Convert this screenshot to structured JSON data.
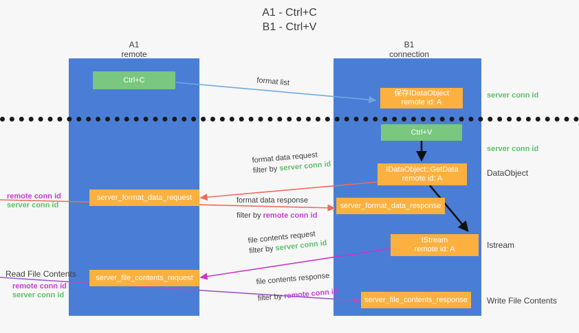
{
  "title": {
    "line1": "A1 - Ctrl+C",
    "line2": "B1 - Ctrl+V"
  },
  "columns": [
    {
      "name": "A1",
      "sub": "remote"
    },
    {
      "name": "B1",
      "sub": "connection"
    }
  ],
  "colors": {
    "lane": "#4a7ed6",
    "orange": "#fbb040",
    "green_node": "#7ac77f",
    "green_text": "#5fbf6a",
    "purple_text": "#c23fd0",
    "arrow_blue": "#6fa8e0",
    "arrow_red": "#ee6a5a",
    "arrow_magenta": "#cc33cc",
    "arrow_purple": "#9b59c9",
    "arrow_black": "#111111",
    "page_bg": "#f7f7f7",
    "text": "#3c3c3c"
  },
  "nodes": {
    "ctrl_c": {
      "line1": "Ctrl+C",
      "line2": ""
    },
    "save_idataobject": {
      "line1": "保存IDataObject",
      "line2": "remote id: A"
    },
    "ctrl_v": {
      "line1": "Ctrl+V",
      "line2": ""
    },
    "getdata": {
      "line1": "IDataObject::GetData",
      "line2": "remote id: A"
    },
    "fmt_req": {
      "line1": "server_format_data_request",
      "line2": ""
    },
    "fmt_resp": {
      "line1": "server_format_data_response",
      "line2": ""
    },
    "istream": {
      "line1": "IStream",
      "line2": "remote id: A"
    },
    "file_req": {
      "line1": "server_file_contents_request",
      "line2": ""
    },
    "file_resp": {
      "line1": "server_file_contents_response",
      "line2": ""
    }
  },
  "edge_labels": {
    "format_list": "format list",
    "fmt_req_l1": "format data request",
    "fmt_req_l2_pre": "filter by ",
    "fmt_req_l2_hl": "server conn id",
    "fmt_resp_l1": "format data response",
    "fmt_resp_l2_pre": "filter by ",
    "fmt_resp_l2_hl": "remote conn id",
    "file_req_l1": "file contents request",
    "file_req_l2_pre": "filter by ",
    "file_req_l2_hl": "server conn id",
    "file_resp_l1": "file contents response",
    "file_resp_l2_pre": "filter by ",
    "file_resp_l2_hl": "remote conn id"
  },
  "annotations": {
    "right_server_conn_1": "server conn id",
    "right_server_conn_2": "server conn id",
    "right_dataobject": "DataObject",
    "right_istream": "Istream",
    "right_write_file": "Write File Contents",
    "left_read_file": "Read File Contents",
    "left_remote_conn_1": "remote conn id",
    "left_server_conn_1": "server conn id",
    "left_remote_conn_2": "remote conn id",
    "left_server_conn_2": "server conn id"
  }
}
